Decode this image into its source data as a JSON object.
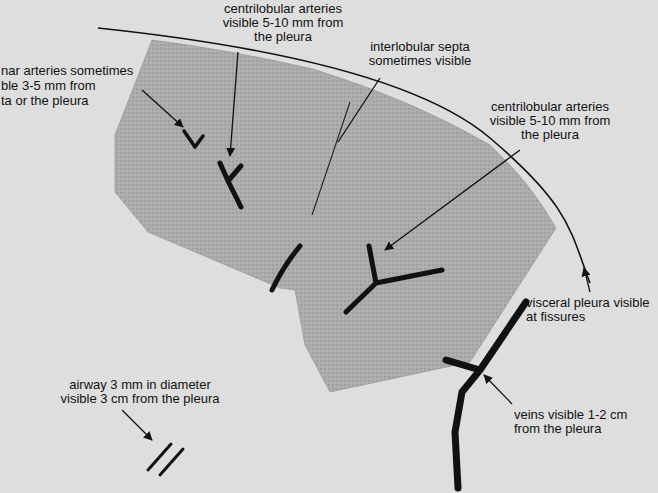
{
  "diagram": {
    "labels": [
      "centrilobular arteries visible 5-10 mm from the pleura",
      "nar arteries sometimes",
      "ble 3-5 mm from",
      "ta or the pleura",
      "interlobular septa sometimes visible",
      "centrilobular arteries visible 5-10 mm from the pleura",
      "visceral pleura visible at fissures",
      "airway 3 mm in diameter visible 3 cm from the pleura",
      "veins visible 1-2 cm from the pleura"
    ]
  }
}
